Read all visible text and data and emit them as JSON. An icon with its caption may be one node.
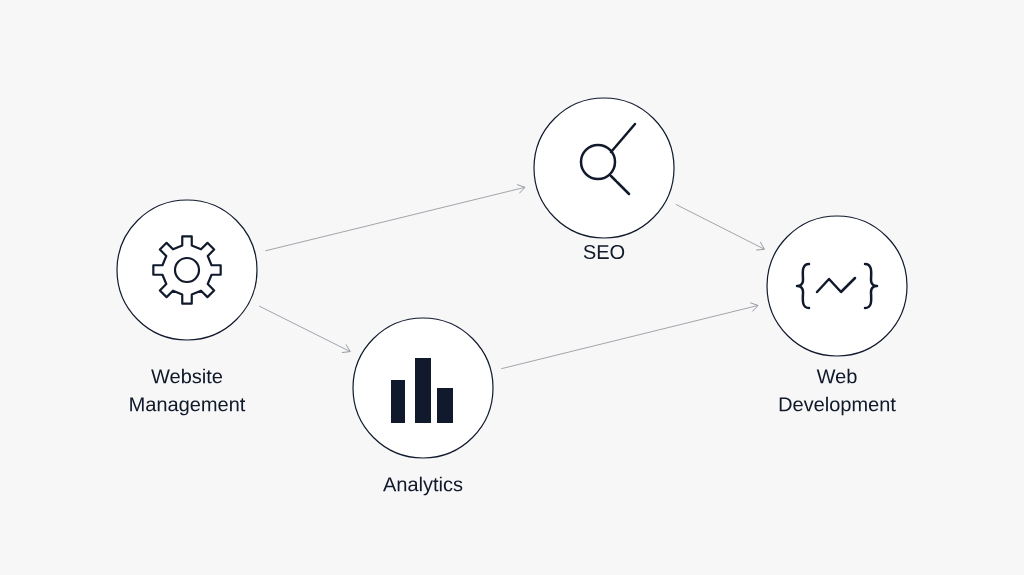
{
  "diagram": {
    "nodes": [
      {
        "text": [
          "Website Management"
        ]
      },
      {
        "text": [
          "SEO"
        ]
      },
      {
        "text": [
          "Analytics"
        ]
      },
      {
        "text": [
          "Web Development"
        ]
      }
    ],
    "edges": [
      {
        "from": 0,
        "to": 1,
        "arrow": "to"
      },
      {
        "from": 0,
        "to": 2,
        "arrow": "to"
      },
      {
        "from": 1,
        "to": 3,
        "arrow": "to"
      },
      {
        "from": 2,
        "to": 3,
        "arrow": "to"
      }
    ]
  }
}
